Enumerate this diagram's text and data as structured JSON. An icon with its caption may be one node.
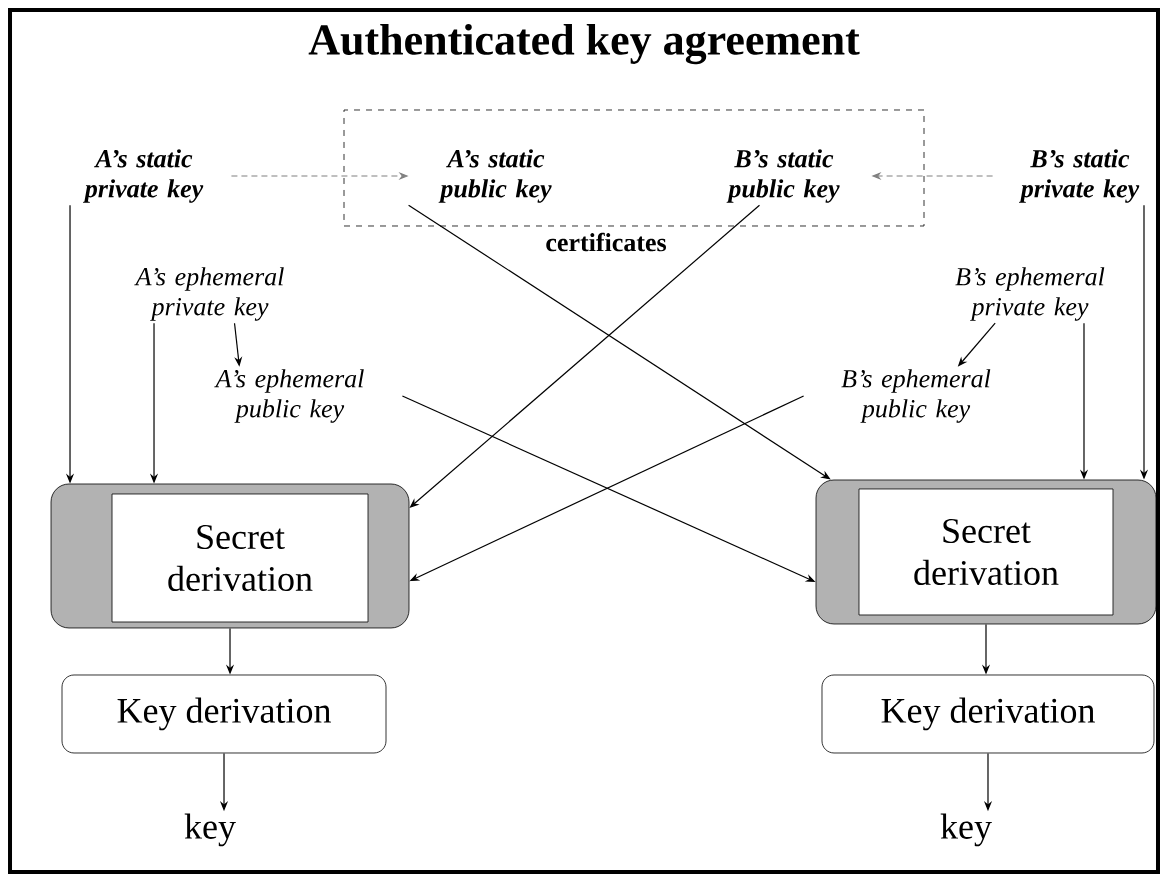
{
  "diagram": {
    "title": "Authenticated key agreement",
    "nodes": [
      {
        "text": [
          "certificates"
        ]
      },
      {
        "text": [
          "A’s static public key"
        ],
        "in": 0
      },
      {
        "text": [
          "B’s static public key"
        ],
        "in": 0
      },
      {
        "text": [
          "A’s static private key"
        ]
      },
      {
        "text": [
          "B’s static private key"
        ]
      },
      {
        "text": [
          "A’s ephemeral private key"
        ]
      },
      {
        "text": [
          "A’s ephemeral public key"
        ]
      },
      {
        "text": [
          "B’s ephemeral private key"
        ]
      },
      {
        "text": [
          "B’s ephemeral public key"
        ]
      },
      {
        "text": [],
        "shape": "box"
      },
      {
        "text": [
          "Secret derivation"
        ],
        "in": 9
      },
      {
        "text": [],
        "shape": "box"
      },
      {
        "text": [
          "Secret derivation"
        ],
        "in": 11
      },
      {
        "text": [
          "Key derivation"
        ]
      },
      {
        "text": [
          "Key derivation"
        ]
      },
      {
        "text": [
          "key"
        ]
      },
      {
        "text": [
          "key"
        ]
      }
    ],
    "edges": [
      {
        "from": 3,
        "to": 1,
        "arrow": "to",
        "style": "dashed",
        "color": "#808080"
      },
      {
        "from": 4,
        "to": 2,
        "arrow": "to",
        "style": "dashed",
        "color": "#808080"
      },
      {
        "from": 3,
        "to": 9,
        "arrow": "to"
      },
      {
        "from": 5,
        "to": 9,
        "arrow": "to"
      },
      {
        "from": 5,
        "to": 6,
        "arrow": "to"
      },
      {
        "from": 1,
        "to": 11,
        "arrow": "to"
      },
      {
        "from": 2,
        "to": 9,
        "arrow": "to"
      },
      {
        "from": 6,
        "to": 11,
        "arrow": "to"
      },
      {
        "from": 8,
        "to": 9,
        "arrow": "to"
      },
      {
        "from": 7,
        "to": 8,
        "arrow": "to"
      },
      {
        "from": 7,
        "to": 11,
        "arrow": "to"
      },
      {
        "from": 4,
        "to": 11,
        "arrow": "to"
      },
      {
        "from": 9,
        "to": 13,
        "arrow": "to"
      },
      {
        "from": 13,
        "to": 15,
        "arrow": "to"
      },
      {
        "from": 11,
        "to": 14,
        "arrow": "to"
      },
      {
        "from": 14,
        "to": 16,
        "arrow": "to"
      }
    ]
  }
}
